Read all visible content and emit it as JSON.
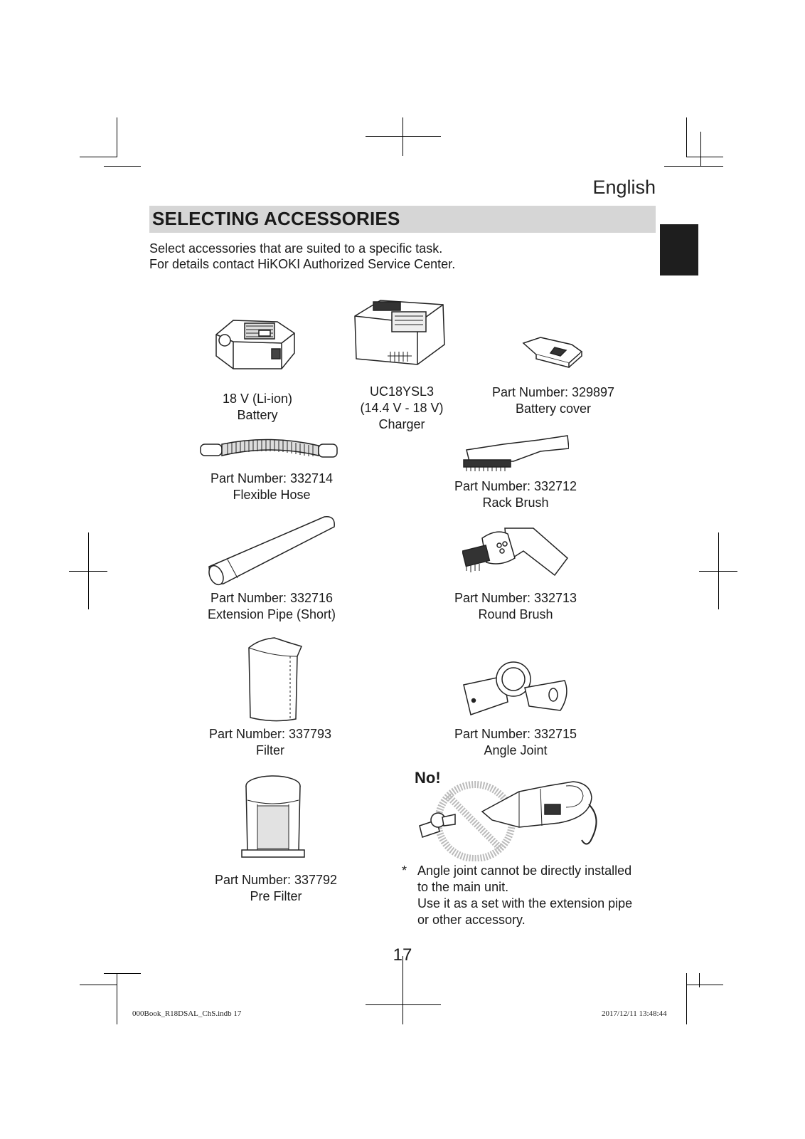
{
  "header": {
    "language": "English"
  },
  "section": {
    "title": "SELECTING ACCESSORIES",
    "intro": [
      "Select accessories that are suited to a specific task.",
      "For details contact HiKOKI Authorized Service Center."
    ]
  },
  "accessories": {
    "battery": {
      "line1": "18 V (Li-ion)",
      "line2": "Battery"
    },
    "charger": {
      "line1": "UC18YSL3",
      "line2": "(14.4 V - 18 V)",
      "line3": "Charger"
    },
    "battery_cover": {
      "line1": "Part Number: 329897",
      "line2": "Battery cover"
    },
    "flexible_hose": {
      "line1": "Part Number: 332714",
      "line2": "Flexible Hose"
    },
    "rack_brush": {
      "line1": "Part Number: 332712",
      "line2": "Rack Brush"
    },
    "extension_pipe": {
      "line1": "Part Number: 332716",
      "line2": "Extension Pipe (Short)"
    },
    "round_brush": {
      "line1": "Part Number: 332713",
      "line2": "Round Brush"
    },
    "filter": {
      "line1": "Part Number: 337793",
      "line2": "Filter"
    },
    "angle_joint": {
      "line1": "Part Number: 332715",
      "line2": "Angle Joint"
    },
    "pre_filter": {
      "line1": "Part Number: 337792",
      "line2": "Pre Filter"
    }
  },
  "warning": {
    "label": "No!",
    "marker": "*",
    "lines": [
      "Angle joint cannot be directly installed",
      "to the main unit.",
      "Use it as a set with the extension pipe",
      "or other accessory."
    ]
  },
  "page_number": "17",
  "footer": {
    "file": "000Book_R18DSAL_ChS.indb   17",
    "timestamp": "2017/12/11   13:48:44"
  }
}
